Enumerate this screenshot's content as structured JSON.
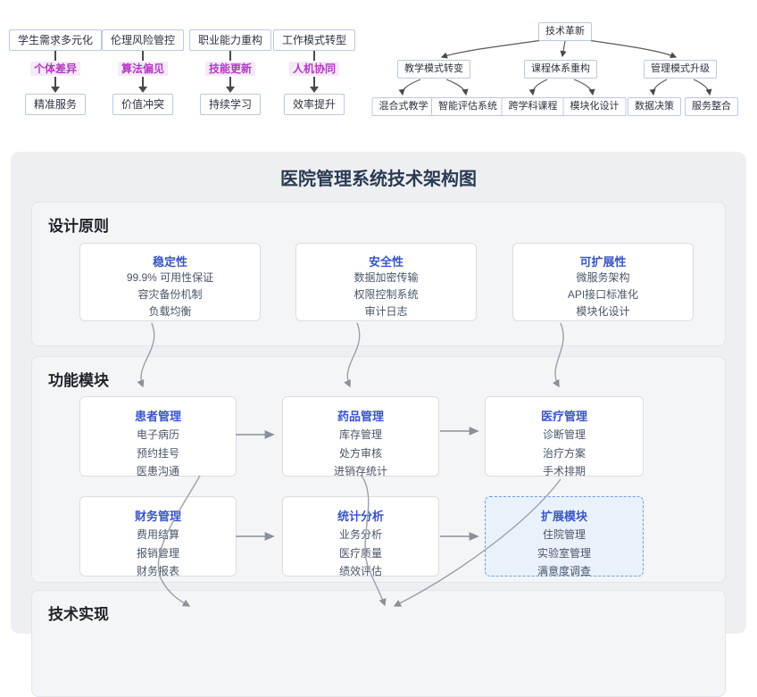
{
  "left_diagram": {
    "flows": [
      {
        "source": "学生需求多元化",
        "label": "个体差异",
        "target": "精准服务"
      },
      {
        "source": "伦理风险管控",
        "label": "算法偏见",
        "target": "价值冲突"
      },
      {
        "source": "职业能力重构",
        "label": "技能更新",
        "target": "持续学习"
      },
      {
        "source": "工作模式转型",
        "label": "人机协同",
        "target": "效率提升"
      }
    ]
  },
  "right_tree": {
    "root": "技术革新",
    "branches": [
      {
        "label": "教学模式转变",
        "children": [
          "混合式教学",
          "智能评估系统"
        ]
      },
      {
        "label": "课程体系重构",
        "children": [
          "跨学科课程",
          "模块化设计"
        ]
      },
      {
        "label": "管理模式升级",
        "children": [
          "数据决策",
          "服务整合"
        ]
      }
    ]
  },
  "architecture": {
    "title": "医院管理系统技术架构图",
    "design_principles": {
      "heading": "设计原则",
      "cards": [
        {
          "title": "稳定性",
          "items": [
            "99.9% 可用性保证",
            "容灾备份机制",
            "负载均衡"
          ]
        },
        {
          "title": "安全性",
          "items": [
            "数据加密传输",
            "权限控制系统",
            "审计日志"
          ]
        },
        {
          "title": "可扩展性",
          "items": [
            "微服务架构",
            "API接口标准化",
            "模块化设计"
          ]
        }
      ]
    },
    "function_modules": {
      "heading": "功能模块",
      "cards": [
        {
          "title": "患者管理",
          "items": [
            "电子病历",
            "预约挂号",
            "医患沟通"
          ]
        },
        {
          "title": "药品管理",
          "items": [
            "库存管理",
            "处方审核",
            "进销存统计"
          ]
        },
        {
          "title": "医疗管理",
          "items": [
            "诊断管理",
            "治疗方案",
            "手术排期"
          ]
        },
        {
          "title": "财务管理",
          "items": [
            "费用结算",
            "报销管理",
            "财务报表"
          ]
        },
        {
          "title": "统计分析",
          "items": [
            "业务分析",
            "医疗质量",
            "绩效评估"
          ]
        },
        {
          "title": "扩展模块",
          "items": [
            "住院管理",
            "实验室管理",
            "满意度调查"
          ]
        }
      ]
    },
    "tech_implementation": {
      "heading": "技术实现"
    }
  },
  "colors": {
    "accent_blue": "#3a56c8",
    "magenta_label": "#b23bbf",
    "extension_border": "#6f9ce0",
    "connector_gray": "#9aa0a8",
    "arrow_dark": "#4a4a4a",
    "container_bg": "#edeff2",
    "panel_bg": "#f4f5f7"
  }
}
